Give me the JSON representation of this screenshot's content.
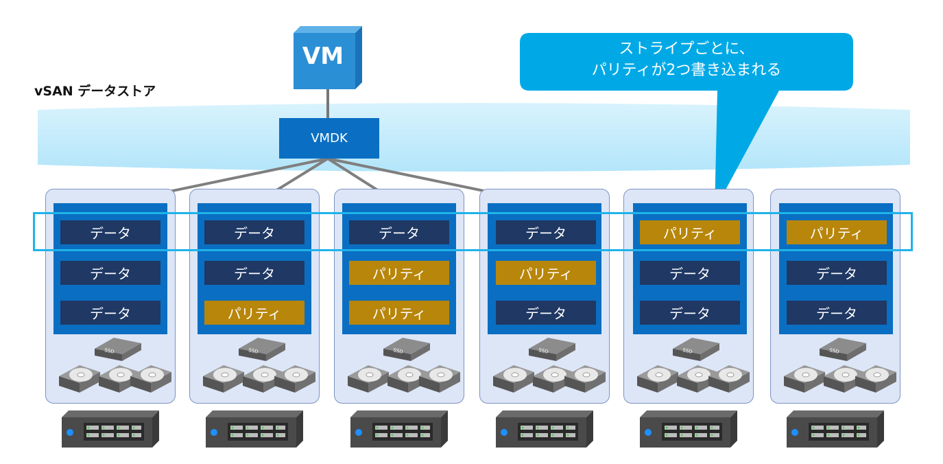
{
  "datastore_label": "vSAN データストア",
  "vm_label": "VM",
  "vmdk_label": "VMDK",
  "callout": {
    "line1": "ストライプごとに、",
    "line2": "パリティが2つ書き込まれる"
  },
  "colors": {
    "data": "#1f3864",
    "parity": "#b8860b",
    "disk_group": "#0a6fc2",
    "stripe": "#1eb3ea",
    "callout": "#00a9e6",
    "datastore": "#bfeafb"
  },
  "icons": [
    "vm-cube-icon",
    "ssd-icon",
    "hdd-icon",
    "server-icon"
  ],
  "hosts": [
    {
      "blocks": [
        {
          "label": "データ",
          "kind": "data"
        },
        {
          "label": "データ",
          "kind": "data"
        },
        {
          "label": "データ",
          "kind": "data"
        }
      ]
    },
    {
      "blocks": [
        {
          "label": "データ",
          "kind": "data"
        },
        {
          "label": "データ",
          "kind": "data"
        },
        {
          "label": "パリティ",
          "kind": "parity"
        }
      ]
    },
    {
      "blocks": [
        {
          "label": "データ",
          "kind": "data"
        },
        {
          "label": "パリティ",
          "kind": "parity"
        },
        {
          "label": "パリティ",
          "kind": "parity"
        }
      ]
    },
    {
      "blocks": [
        {
          "label": "データ",
          "kind": "data"
        },
        {
          "label": "パリティ",
          "kind": "parity"
        },
        {
          "label": "データ",
          "kind": "data"
        }
      ]
    },
    {
      "blocks": [
        {
          "label": "パリティ",
          "kind": "parity"
        },
        {
          "label": "データ",
          "kind": "data"
        },
        {
          "label": "データ",
          "kind": "data"
        }
      ]
    },
    {
      "blocks": [
        {
          "label": "パリティ",
          "kind": "parity"
        },
        {
          "label": "データ",
          "kind": "data"
        },
        {
          "label": "データ",
          "kind": "data"
        }
      ]
    }
  ]
}
